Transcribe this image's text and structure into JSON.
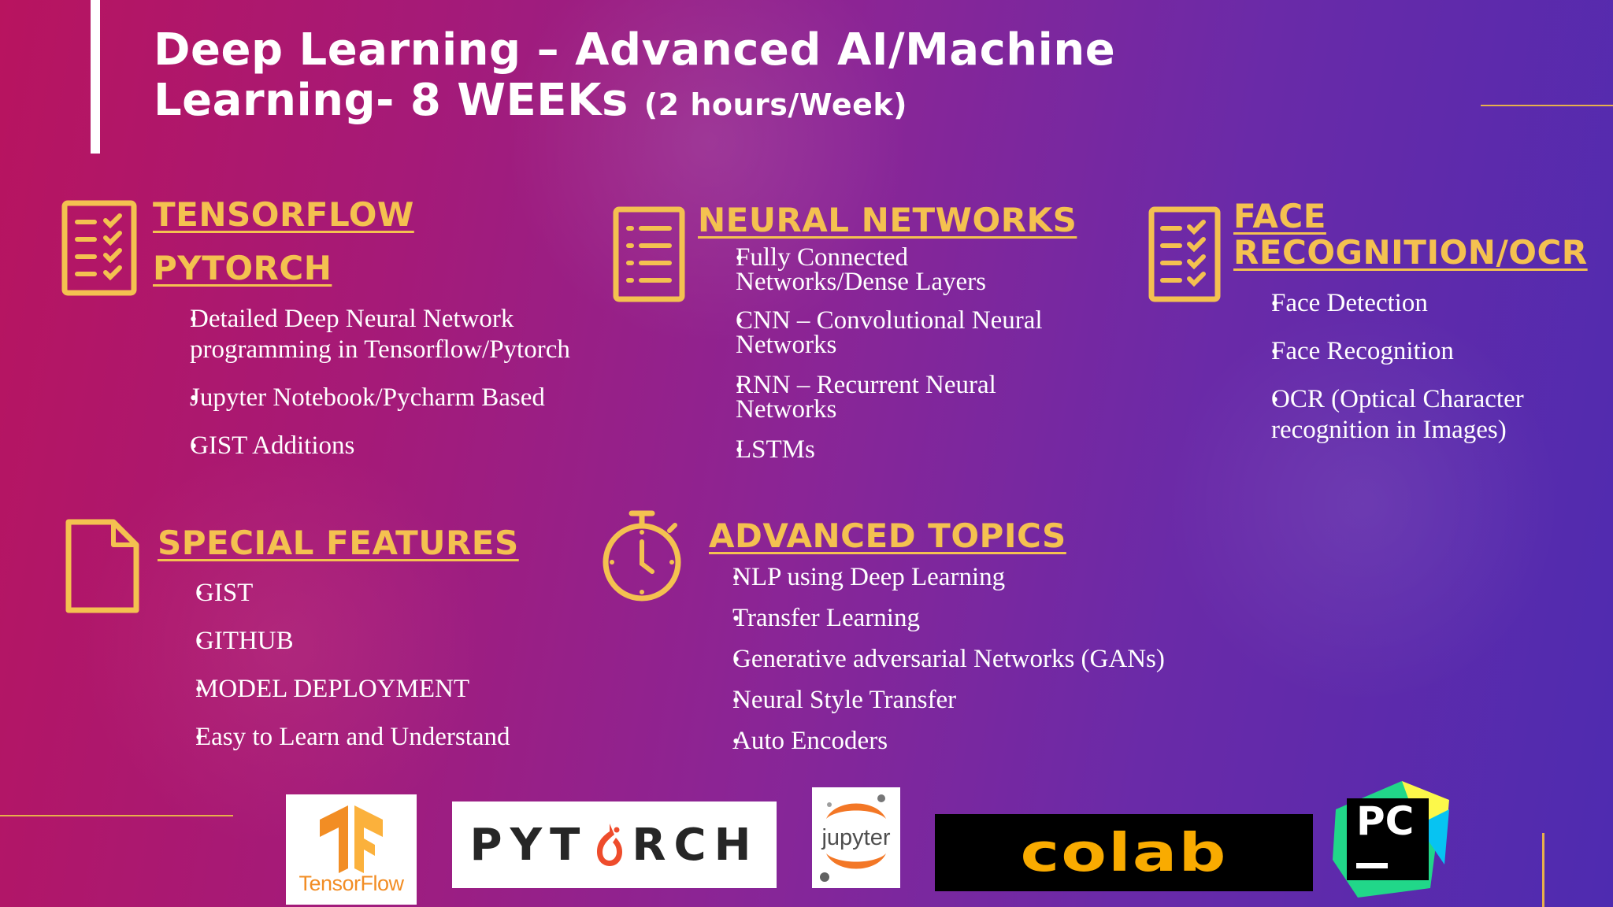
{
  "title": {
    "line1": "Deep Learning – Advanced AI/Machine",
    "line2": "Learning- 8 WEEKs",
    "suffix": "(2 hours/Week)"
  },
  "sections": {
    "tensorflow": {
      "heading1": "TENSORFLOW",
      "heading2": "PYTORCH",
      "items": [
        "Detailed Deep Neural Network programming in Tensorflow/Pytorch",
        "Jupyter Notebook/Pycharm Based",
        "GIST Additions"
      ]
    },
    "neural": {
      "heading": "NEURAL NETWORKS",
      "items": [
        "Fully Connected Networks/Dense Layers",
        "CNN – Convolutional Neural Networks",
        "RNN – Recurrent Neural Networks",
        "LSTMs"
      ]
    },
    "face": {
      "heading1": "FACE",
      "heading2": "RECOGNITION/OCR",
      "items": [
        "Face Detection",
        "Face Recognition",
        "OCR (Optical Character recognition in Images)"
      ]
    },
    "special": {
      "heading": "SPECIAL FEATURES",
      "items": [
        "GIST",
        "GITHUB",
        "MODEL DEPLOYMENT",
        "Easy to Learn and Understand"
      ]
    },
    "advanced": {
      "heading": "ADVANCED TOPICS",
      "items": [
        "NLP using Deep Learning",
        "Transfer Learning",
        "Generative adversarial Networks (GANs)",
        "Neural Style Transfer",
        "Auto Encoders"
      ]
    }
  },
  "logos": {
    "tensorflow": "TensorFlow",
    "pytorch_a": "PYT",
    "pytorch_b": "RCH",
    "jupyter": "jupyter",
    "colab": "colab",
    "pycharm": "PC"
  },
  "colors": {
    "accent": "#f4c150",
    "background_left": "#b8145f",
    "background_right": "#4e2bb0"
  },
  "icons": [
    "checklist-icon",
    "list-icon",
    "checklist-icon",
    "document-icon",
    "stopwatch-icon"
  ]
}
